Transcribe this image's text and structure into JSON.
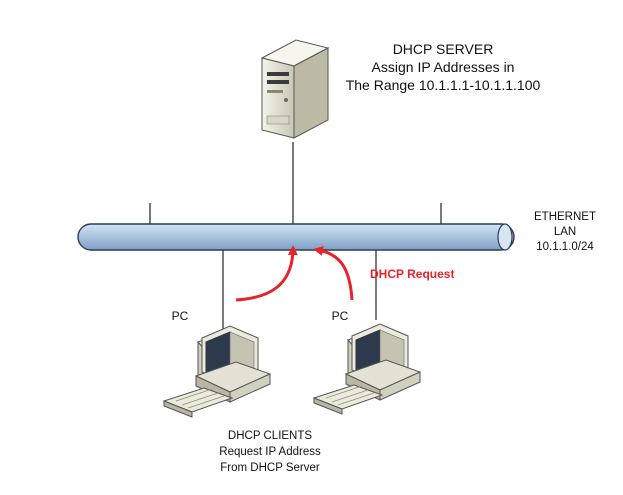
{
  "server": {
    "title": "DHCP SERVER",
    "line2": "Assign IP Addresses in",
    "line3": "The Range 10.1.1.1-10.1.1.100"
  },
  "lan": {
    "line1": "ETHERNET",
    "line2": "LAN",
    "line3": "10.1.1.0/24"
  },
  "pcs": [
    {
      "label": "PC"
    },
    {
      "label": "PC"
    }
  ],
  "request": {
    "label": "DHCP Request",
    "color": "#e8232a"
  },
  "clients": {
    "line1": "DHCP CLIENTS",
    "line2": "Request IP Address",
    "line3": "From DHCP Server"
  },
  "colors": {
    "cable": "#a9c4e0",
    "cable_outline": "#2b3d55",
    "arrow": "#e8232a",
    "device_body": "#e8e7dc"
  },
  "icons": [
    "server-tower-icon",
    "desktop-pc-icon",
    "keyboard-icon"
  ]
}
